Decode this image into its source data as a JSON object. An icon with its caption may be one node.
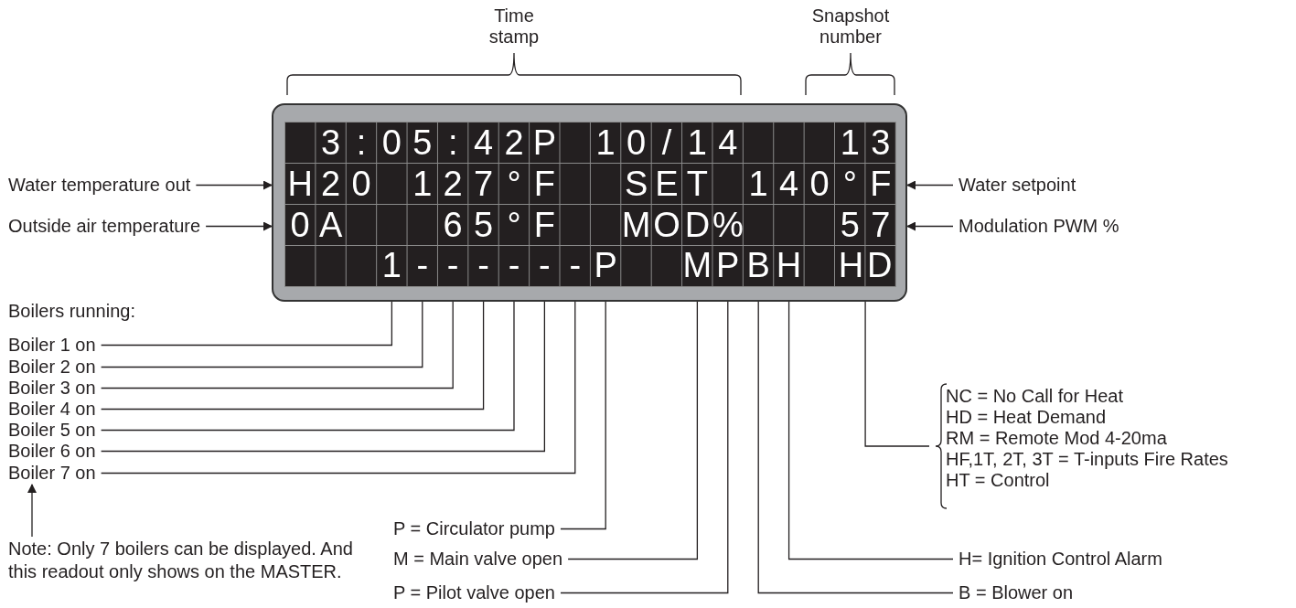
{
  "diagram": {
    "nodes": [
      {
        "text": [],
        "shape": "box"
      },
      {
        "text": [
          "1"
        ],
        "in": 0
      },
      {
        "text": [
          "-"
        ],
        "in": 0
      },
      {
        "text": [
          "-"
        ],
        "in": 0
      },
      {
        "text": [
          "-"
        ],
        "in": 0
      },
      {
        "text": [
          "-"
        ],
        "in": 0
      },
      {
        "text": [
          "-"
        ],
        "in": 0
      },
      {
        "text": [
          "-"
        ],
        "in": 0
      },
      {
        "text": [
          "P"
        ],
        "in": 0
      },
      {
        "text": [
          "M"
        ],
        "in": 0
      },
      {
        "text": [
          "P"
        ],
        "in": 0
      },
      {
        "text": [
          "B"
        ],
        "in": 0
      },
      {
        "text": [
          "H"
        ],
        "in": 0
      },
      {
        "text": [
          "HD"
        ],
        "in": 0
      },
      {
        "text": [
          "Water temperature out"
        ]
      },
      {
        "text": [
          "Outside air temperature"
        ]
      },
      {
        "text": [
          "Water setpoint"
        ]
      },
      {
        "text": [
          "Modulation PWM %"
        ]
      },
      {
        "text": [
          "Boiler 1 on"
        ]
      },
      {
        "text": [
          "Boiler 2 on"
        ]
      },
      {
        "text": [
          "Boiler 3 on"
        ]
      },
      {
        "text": [
          "Boiler 4 on"
        ]
      },
      {
        "text": [
          "Boiler 5 on"
        ]
      },
      {
        "text": [
          "Boiler 6 on"
        ]
      },
      {
        "text": [
          "Boiler 7 on"
        ]
      },
      {
        "text": [
          "Note: Only 7 boilers can be displayed. And this readout only shows on the MASTER."
        ]
      },
      {
        "text": [
          "P = Circulator pump"
        ]
      },
      {
        "text": [
          "M = Main valve open"
        ]
      },
      {
        "text": [
          "P = Pilot valve open"
        ]
      },
      {
        "text": [
          "NC = No Call for Heat",
          "HD = Heat Demand",
          "RM = Remote Mod 4-20ma",
          "HF,1T, 2T, 3T = T-inputs Fire Rates",
          "HT = Control"
        ]
      },
      {
        "text": [
          "H= Ignition Control Alarm"
        ]
      },
      {
        "text": [
          "B = Blower on"
        ]
      }
    ],
    "edges": [
      {
        "from": 14,
        "to": 0,
        "arrow": "to"
      },
      {
        "from": 15,
        "to": 0,
        "arrow": "to"
      },
      {
        "from": 16,
        "to": 0,
        "arrow": "to"
      },
      {
        "from": 17,
        "to": 0,
        "arrow": "to"
      },
      {
        "from": 18,
        "to": 1,
        "arrow": "to"
      },
      {
        "from": 19,
        "to": 2,
        "arrow": "to"
      },
      {
        "from": 20,
        "to": 3,
        "arrow": "to"
      },
      {
        "from": 21,
        "to": 4,
        "arrow": "to"
      },
      {
        "from": 22,
        "to": 5,
        "arrow": "to"
      },
      {
        "from": 23,
        "to": 6,
        "arrow": "to"
      },
      {
        "from": 24,
        "to": 7,
        "arrow": "to"
      },
      {
        "from": 25,
        "to": 24,
        "arrow": "to"
      },
      {
        "from": 26,
        "to": 8,
        "arrow": "to"
      },
      {
        "from": 27,
        "to": 9,
        "arrow": "to"
      },
      {
        "from": 28,
        "to": 10,
        "arrow": "to"
      },
      {
        "from": 29,
        "to": 13,
        "arrow": "to"
      },
      {
        "from": 30,
        "to": 12,
        "arrow": "to"
      },
      {
        "from": 31,
        "to": 11,
        "arrow": "to"
      }
    ],
    "labels": [
      "Time stamp",
      "Snapshot number",
      "3",
      ":",
      "0",
      "5",
      ":",
      "4",
      "2",
      "P",
      "1",
      "0",
      "/",
      "1",
      "4",
      "1",
      "3",
      "H",
      "2",
      "0",
      "1",
      "2",
      "7",
      "°",
      "F",
      "S",
      "E",
      "T",
      "1",
      "4",
      "0",
      "°",
      "F",
      "0",
      "A",
      "6",
      "5",
      "°",
      "F",
      "M",
      "O",
      "D",
      "%",
      "5",
      "7",
      "Boilers running:"
    ]
  }
}
